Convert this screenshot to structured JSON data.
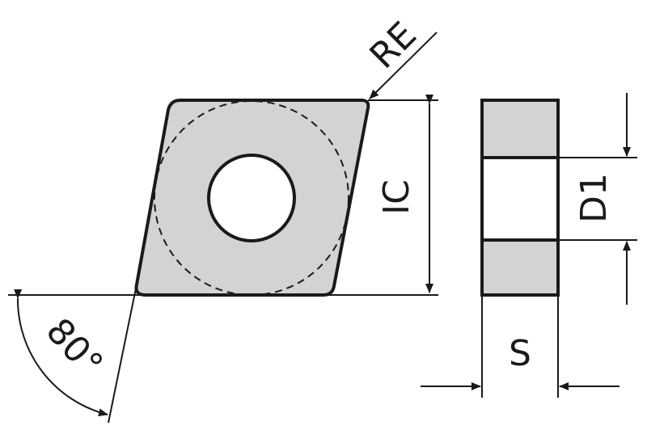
{
  "diagram": {
    "labels": {
      "corner_radius": "RE",
      "inscribed_circle": "IC",
      "angle": "80°",
      "hole_diameter": "D1",
      "thickness": "S"
    },
    "colors": {
      "insert_fill": "#d3d3d3",
      "stroke": "#1a1a1a",
      "background": "#ffffff"
    }
  }
}
